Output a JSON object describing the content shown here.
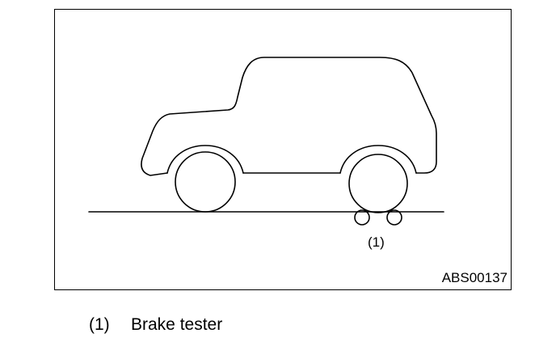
{
  "diagram": {
    "callout": "(1)",
    "figure_code": "ABS00137"
  },
  "legend": {
    "items": [
      {
        "number": "(1)",
        "label": "Brake tester"
      }
    ]
  },
  "colors": {
    "line": "#000000",
    "background": "#ffffff"
  }
}
